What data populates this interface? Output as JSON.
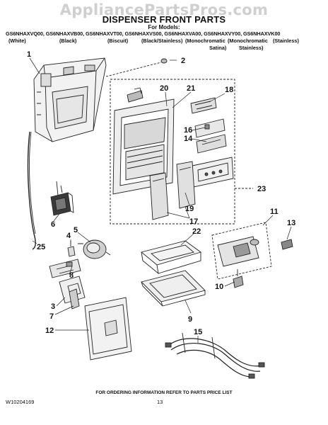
{
  "watermark": "AppliancePartsPros.com",
  "header": {
    "title": "DISPENSER FRONT PARTS",
    "for_models": "For Models:",
    "models": "GS6NHAXVQ00, GS6NHAXVB00, GS6NHAXVT00, GS6NHAXVS00, GS6NHAXVA00, GS6NHAXVY00, GS6NHAXVK00",
    "colors_row1": [
      "(White)",
      "(Black)",
      "(Biscuit)",
      "(Black/Stainless)",
      "(Monochromatic",
      "(Monochromatic",
      "(Stainless)"
    ],
    "colors_row2": [
      "Satina)",
      "Stainless)"
    ]
  },
  "callouts": [
    "1",
    "2",
    "20",
    "21",
    "18",
    "16",
    "14",
    "6",
    "23",
    "19",
    "17",
    "22",
    "11",
    "13",
    "25",
    "4",
    "5",
    "8",
    "3",
    "7",
    "12",
    "9",
    "10",
    "15"
  ],
  "footer": {
    "note": "FOR ORDERING INFORMATION REFER TO PARTS PRICE LIST",
    "doc_number": "W10204169",
    "page_number": "13"
  }
}
